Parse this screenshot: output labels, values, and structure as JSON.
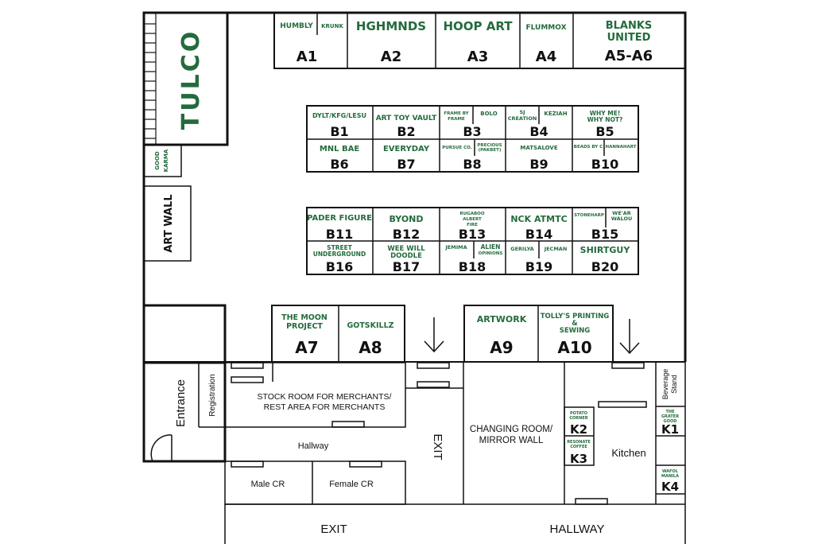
{
  "colors": {
    "brand_green": "#236b3d",
    "line": "#111111",
    "background": "#ffffff"
  },
  "tulco": "TULCO",
  "good_karma": [
    "GOOD",
    "KARMA"
  ],
  "art_wall": "ART WALL",
  "row_a_top": [
    {
      "code": "A1",
      "names": [
        "HUMBLY",
        "KRUNK"
      ]
    },
    {
      "code": "A2",
      "names": [
        "HGHMNDS"
      ]
    },
    {
      "code": "A3",
      "names": [
        "HOOP ART"
      ]
    },
    {
      "code": "A4",
      "names": [
        "FLUMMOX"
      ]
    },
    {
      "code": "A5-A6",
      "names": [
        "BLANKS",
        "UNITED"
      ]
    }
  ],
  "b_block_1": [
    {
      "code": "B1",
      "names": [
        "DYLT/KFG/LESU"
      ]
    },
    {
      "code": "B2",
      "names": [
        "ART TOY VAULT"
      ]
    },
    {
      "code": "B3",
      "names": [
        "FRAME BY",
        "FRAME",
        "BOLO"
      ]
    },
    {
      "code": "B4",
      "names": [
        "SJ",
        "CREATION",
        "KEZIAH"
      ]
    },
    {
      "code": "B5",
      "names": [
        "WHY ME!",
        "WHY NOT?"
      ]
    },
    {
      "code": "B6",
      "names": [
        "MNL BAE"
      ]
    },
    {
      "code": "B7",
      "names": [
        "EVERYDAY"
      ]
    },
    {
      "code": "B8",
      "names": [
        "PURSUE CO.",
        "PRECIOUS",
        "(PAKBET)"
      ]
    },
    {
      "code": "B9",
      "names": [
        "MATSALOVE"
      ]
    },
    {
      "code": "B10",
      "names": [
        "BEADS BY C",
        "HANNAHART"
      ]
    }
  ],
  "b_block_2": [
    {
      "code": "B11",
      "names": [
        "PADER FIGURE"
      ]
    },
    {
      "code": "B12",
      "names": [
        "BYOND"
      ]
    },
    {
      "code": "B13",
      "names": [
        "RUGABOO",
        "ALBERT",
        "FIRE"
      ]
    },
    {
      "code": "B14",
      "names": [
        "NCK ATMTC"
      ]
    },
    {
      "code": "B15",
      "names": [
        "STONEHARP",
        "WE'AR",
        "WALOU"
      ]
    },
    {
      "code": "B16",
      "names": [
        "STREET",
        "UNDERGROUND"
      ]
    },
    {
      "code": "B17",
      "names": [
        "WEE WILL",
        "DOODLE"
      ]
    },
    {
      "code": "B18",
      "names": [
        "JEMIMA",
        "ALIEN",
        "OPINIONS"
      ]
    },
    {
      "code": "B19",
      "names": [
        "GERILYA",
        "JECMAN"
      ]
    },
    {
      "code": "B20",
      "names": [
        "SHIRTGUY"
      ]
    }
  ],
  "row_a_bottom": [
    {
      "code": "A7",
      "names": [
        "THE MOON",
        "PROJECT"
      ]
    },
    {
      "code": "A8",
      "names": [
        "GOTSKILLZ"
      ]
    },
    {
      "code": "A9",
      "names": [
        "ARTWORK"
      ]
    },
    {
      "code": "A10",
      "names": [
        "TOLLY'S PRINTING",
        "&",
        "SEWING"
      ]
    }
  ],
  "kiosks": [
    {
      "code": "K1",
      "names": [
        "THE",
        "GRATER",
        "GOOD"
      ]
    },
    {
      "code": "K2",
      "names": [
        "POTATO",
        "CORNER"
      ]
    },
    {
      "code": "K3",
      "names": [
        "RESONATE",
        "COFFEE"
      ]
    },
    {
      "code": "K4",
      "names": [
        "WAFOL",
        "MANILA"
      ]
    }
  ],
  "rooms": {
    "entrance": "Entrance",
    "registration": "Registration",
    "stock_room": [
      "STOCK ROOM FOR MERCHANTS/",
      "REST AREA FOR MERCHANTS"
    ],
    "hallway_inner": "Hallway",
    "male_cr": "Male CR",
    "female_cr": "Female CR",
    "exit_vertical": "EXIT",
    "changing_room": [
      "CHANGING ROOM/",
      "MIRROR WALL"
    ],
    "kitchen": "Kitchen",
    "beverage_stand": [
      "Beverage",
      "Stand"
    ],
    "exit_bottom": "EXIT",
    "hallway_bottom": "HALLWAY"
  }
}
